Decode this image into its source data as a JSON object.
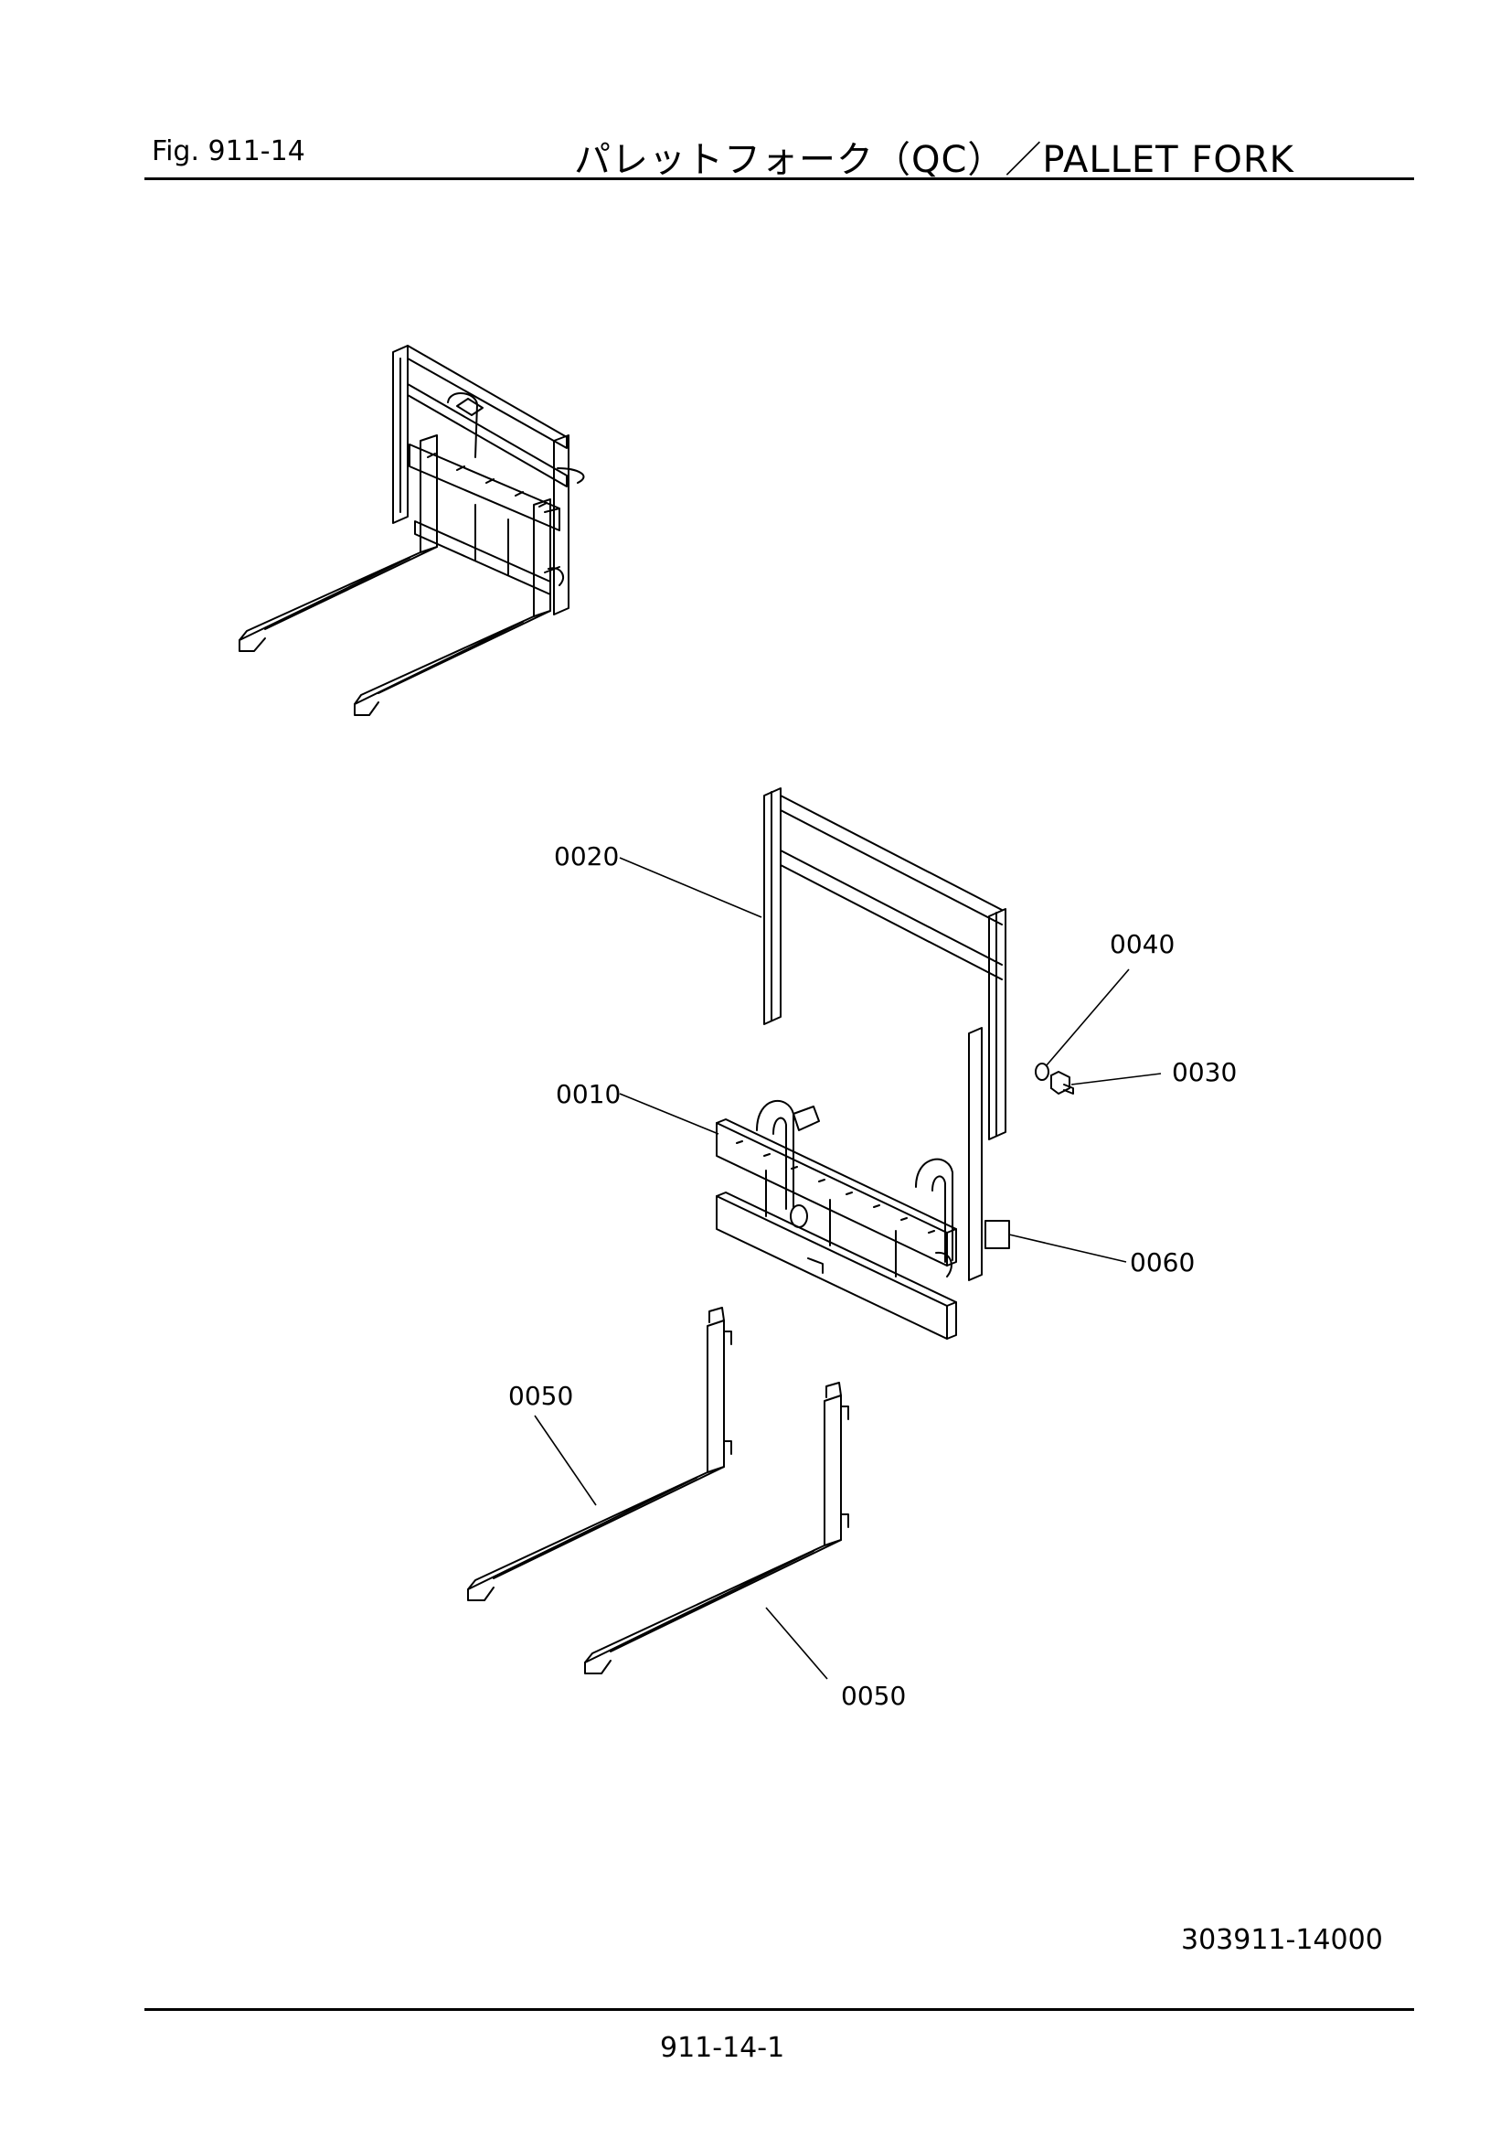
{
  "header": {
    "figure": "Fig.  911-14",
    "title": "パレットフォーク（QC）／PALLET  FORK"
  },
  "callouts": [
    {
      "part": "0020"
    },
    {
      "part": "0040"
    },
    {
      "part": "0030"
    },
    {
      "part": "0010"
    },
    {
      "part": "0060"
    },
    {
      "part": "0050"
    },
    {
      "part": "0050"
    }
  ],
  "footer": {
    "drawing_number": "303911-14000",
    "page": "911-14-1"
  }
}
